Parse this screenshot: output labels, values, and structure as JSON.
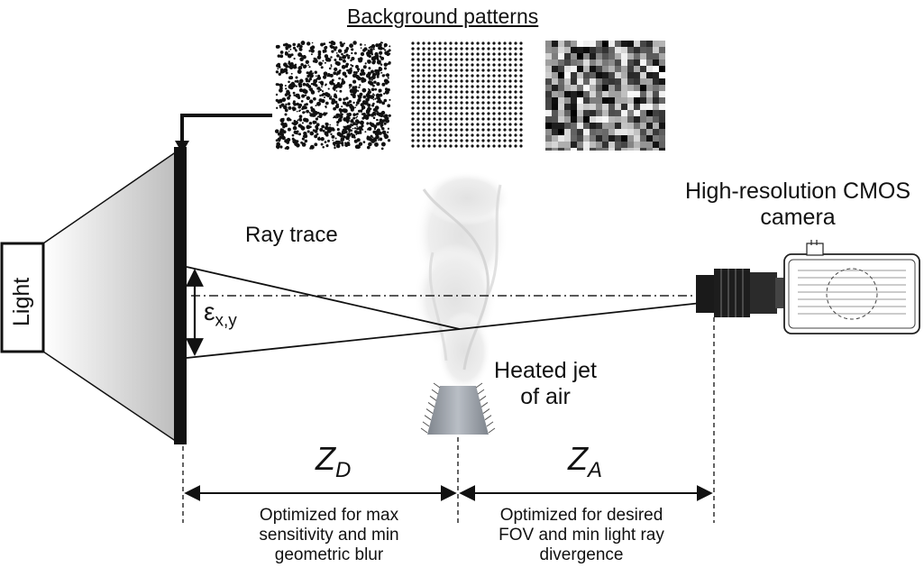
{
  "header": {
    "title": "Background patterns"
  },
  "light": {
    "label": "Light"
  },
  "ray_trace": {
    "label": "Ray trace"
  },
  "deflection": {
    "symbol": "ε",
    "subscript": "x,y"
  },
  "camera": {
    "line1": "High-resolution CMOS",
    "line2": "camera"
  },
  "jet": {
    "line1": "Heated jet",
    "line2": "of air"
  },
  "distances": {
    "zd": {
      "symbol": "Z",
      "subscript": "D",
      "caption": [
        "Optimized for max",
        "sensitivity and min",
        "geometric blur"
      ]
    },
    "za": {
      "symbol": "Z",
      "subscript": "A",
      "caption": [
        "Optimized for desired",
        "FOV and min light ray",
        "divergence"
      ]
    }
  },
  "patterns": [
    {
      "name": "random-dot-pattern"
    },
    {
      "name": "regular-dot-grid-pattern"
    },
    {
      "name": "noise-pattern"
    }
  ],
  "colors": {
    "ink": "#111111",
    "lens": "#1a1a1a",
    "jet": "#d8d8d8",
    "nozzle": "#9aa0a8"
  }
}
